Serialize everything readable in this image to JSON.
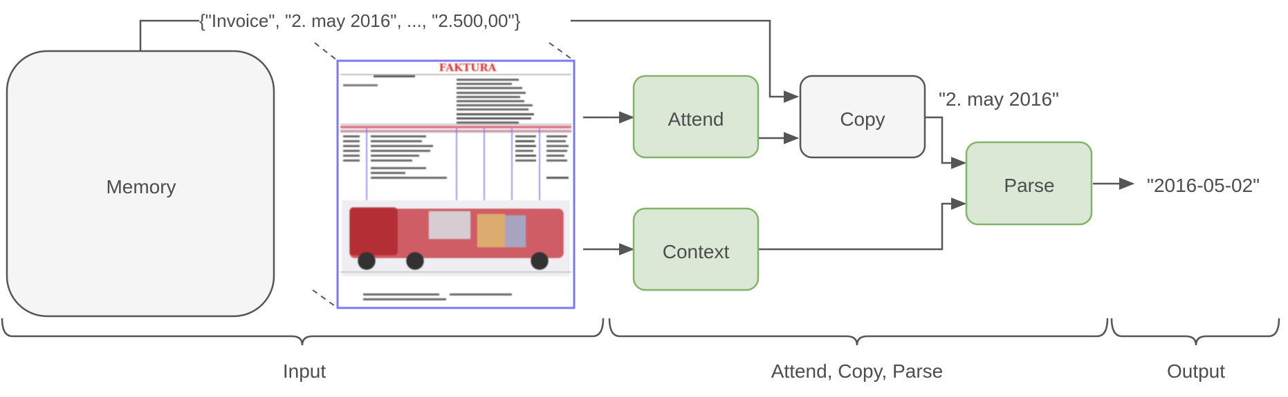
{
  "memory": {
    "label": "Memory",
    "contents": "{\"Invoice\", \"2. may 2016\", ..., \"2.500,00\"}"
  },
  "invoice": {
    "title": "FAKTURA"
  },
  "nodes": {
    "attend": "Attend",
    "context": "Context",
    "copy": "Copy",
    "parse": "Parse"
  },
  "values": {
    "copied": "\"2. may 2016\"",
    "output": "\"2016-05-02\""
  },
  "sections": {
    "input": "Input",
    "attend_copy_parse": "Attend, Copy, Parse",
    "output": "Output"
  },
  "colors": {
    "green_fill": "#dae8d5",
    "green_stroke": "#82b366",
    "gray_fill": "#f5f5f5",
    "stroke": "#555555",
    "invoice_border": "#7a7af0",
    "invoice_title": "#e03030"
  }
}
